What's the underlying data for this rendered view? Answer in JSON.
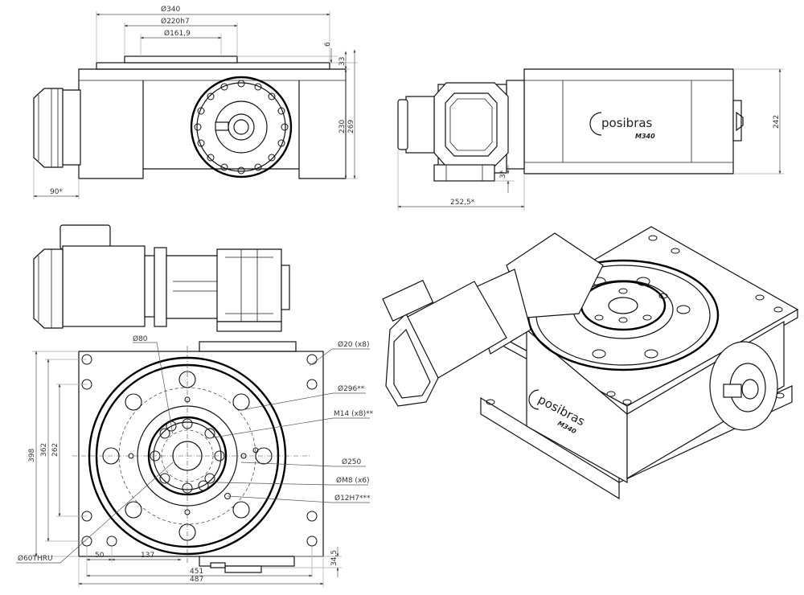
{
  "drawing": {
    "front_view": {
      "dims": {
        "d340": "Ø340",
        "d220": "Ø220h7",
        "d161": "Ø161,9",
        "h6": "6",
        "h33": "33",
        "h230": "230",
        "h269": "269",
        "w90": "90*"
      }
    },
    "side_view": {
      "dims": {
        "h242": "242",
        "h3": "3*",
        "w252": "252,5*"
      },
      "logo": {
        "brand": "posibras",
        "model": "M340"
      }
    },
    "plan_view": {
      "dims": {
        "d80": "Ø80",
        "d20": "Ø20 (x8)",
        "d296": "Ø296**",
        "m14": "M14 (x8)**",
        "d250": "Ø250",
        "m8": "ØM8 (x6)",
        "d12": "Ø12H7***",
        "h398": "398",
        "h362": "362",
        "h262": "262",
        "d60": "Ø60THRU",
        "w50": "50",
        "w137": "137",
        "w451": "451",
        "w487": "487",
        "h345": "34,5"
      }
    },
    "iso_view": {
      "logo": {
        "brand": "posibras",
        "model": "M340"
      }
    }
  }
}
